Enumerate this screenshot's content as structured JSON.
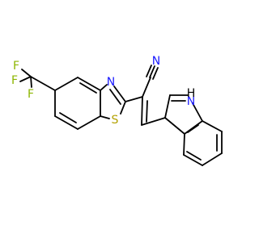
{
  "molecule": {
    "atoms": {
      "f_top": "F",
      "f_left": "F",
      "f_bottom": "F",
      "n_thiazole": "N",
      "s_thiazole": "S",
      "n_nitrile": "N",
      "n_indole": "N",
      "h_indole": "H"
    }
  },
  "colors": {
    "fluorine": "#8db600",
    "nitrogen": "#1a1aff",
    "sulfur": "#b3a100",
    "bond": "#000000"
  }
}
